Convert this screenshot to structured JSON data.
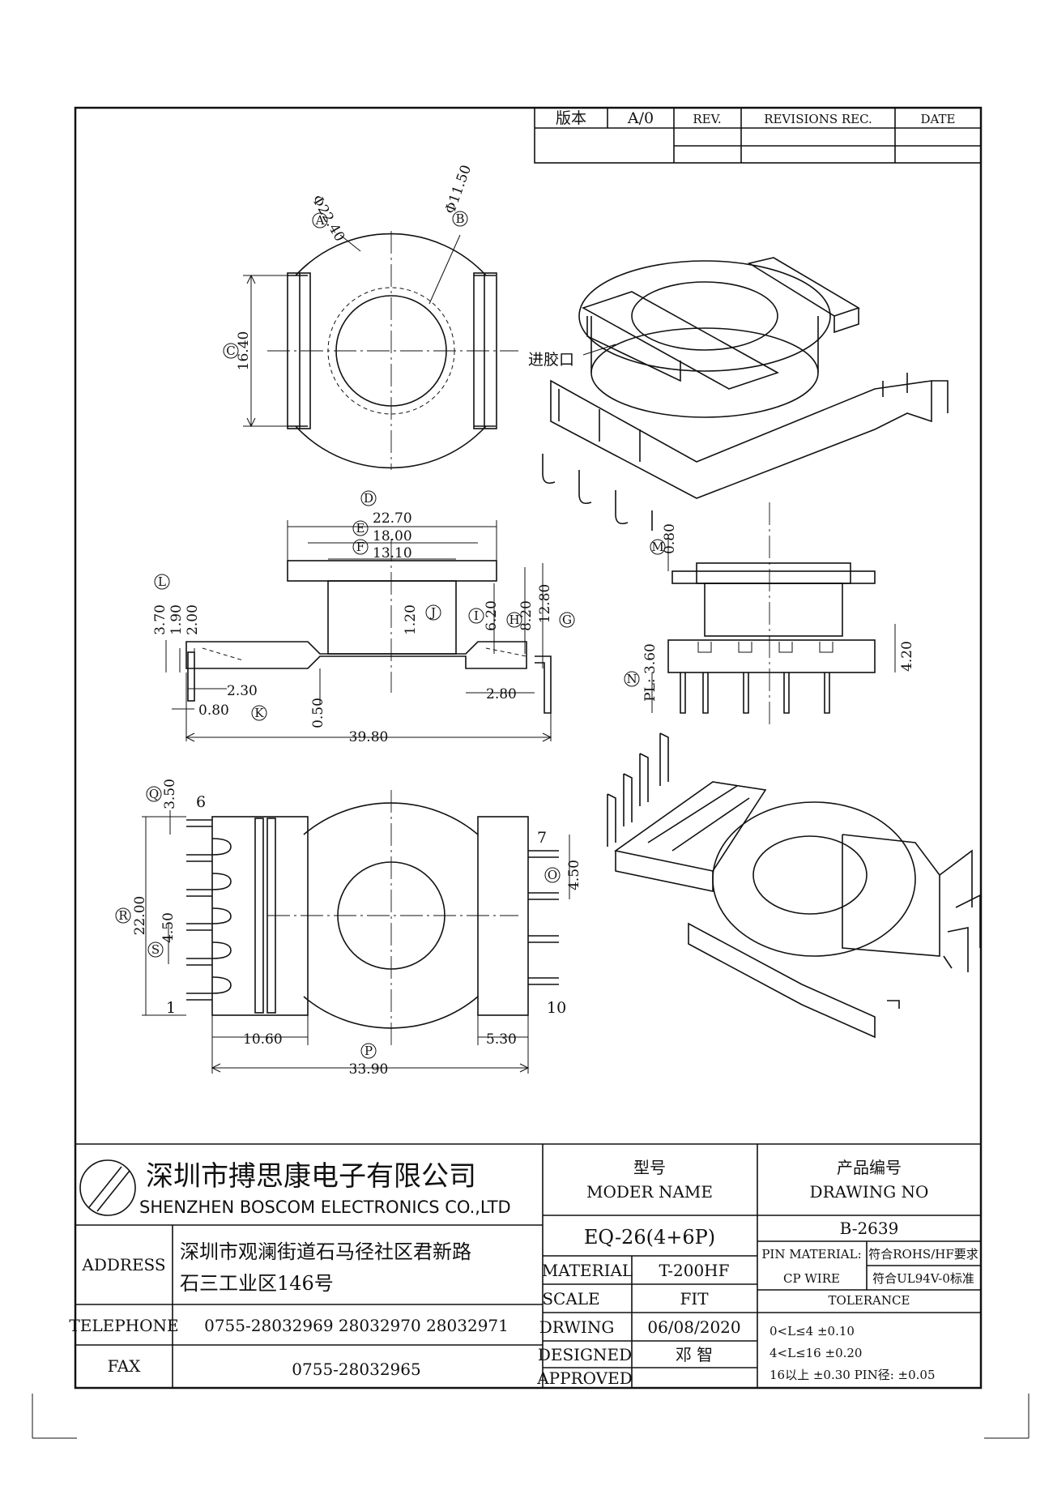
{
  "revision": {
    "version_label": "版本",
    "version_value": "A/0",
    "rev_label": "REV.",
    "records_label": "REVISIONS REC.",
    "date_label": "DATE"
  },
  "top_view": {
    "dim_A": "Φ22.40",
    "marker_A": "A",
    "dim_B": "Φ11.50",
    "marker_B": "B",
    "dim_C": "16.40",
    "marker_C": "C",
    "gate_label": "进胶口"
  },
  "side_view": {
    "dim_D": "22.70",
    "marker_D": "D",
    "dim_E": "18.00",
    "marker_E": "E",
    "dim_F": "13.10",
    "marker_F": "F",
    "dim_J": "1.20",
    "marker_J": "J",
    "dim_I": "6.20",
    "marker_I": "I",
    "dim_H": "8.20",
    "marker_H": "H",
    "dim_G": "12.80",
    "marker_G": "G",
    "dim_L1": "3.70",
    "marker_L": "L",
    "dim_L2": "1.90",
    "dim_L3": "2.00",
    "dim_230": "2.30",
    "dim_K": "0.80",
    "marker_K": "K",
    "dim_050": "0.50",
    "dim_280": "2.80",
    "dim_total": "39.80"
  },
  "end_view": {
    "dim_M": "0.80",
    "marker_M": "M",
    "dim_PL": "PL: 3.60",
    "marker_N": "N",
    "dim_420": "4.20"
  },
  "bottom_view": {
    "dim_Q": "3.50",
    "marker_Q": "Q",
    "dim_R": "22.00",
    "marker_R": "R",
    "dim_S": "4.50",
    "marker_S": "S",
    "dim_O": "4.50",
    "marker_O": "O",
    "dim_1060": "10.60",
    "dim_530": "5.30",
    "dim_P": "33.90",
    "marker_P": "P",
    "pin_6": "6",
    "pin_1": "1",
    "pin_7": "7",
    "pin_10": "10"
  },
  "title_block": {
    "company_cn": "深圳市搏思康电子有限公司",
    "company_en": "SHENZHEN BOSCOM ELECTRONICS CO.,LTD",
    "address_label": "ADDRESS",
    "address_line1": "深圳市观澜街道石马径社区君新路",
    "address_line2": "石三工业区146号",
    "telephone_label": "TELEPHONE",
    "telephone_value": "0755-28032969 28032970 28032971",
    "fax_label": "FAX",
    "fax_value": "0755-28032965",
    "model_label_cn": "型号",
    "model_label_en": "MODER NAME",
    "model_value": "EQ-26(4+6P)",
    "drawing_label_cn": "产品编号",
    "drawing_label_en": "DRAWING NO",
    "drawing_value": "B-2639",
    "material_label": "MATERIAL",
    "material_value": "T-200HF",
    "scale_label": "SCALE",
    "scale_value": "FIT",
    "drwing_label": "DRWING",
    "drwing_value": "06/08/2020",
    "designed_label": "DESIGNED",
    "designed_value": "邓 智",
    "approved_label": "APPROVED",
    "pin_material_label": "PIN MATERIAL:",
    "pin_material_value1": "符合ROHS/HF要求",
    "cp_wire_label": "CP WIRE",
    "pin_material_value2": "符合UL94V-0标准",
    "tolerance_label": "TOLERANCE",
    "tol_line1": "0<L≤4  ±0.10",
    "tol_line2": "4<L≤16  ±0.20",
    "tol_line3": "16以上     ±0.30  PIN径: ±0.05"
  }
}
